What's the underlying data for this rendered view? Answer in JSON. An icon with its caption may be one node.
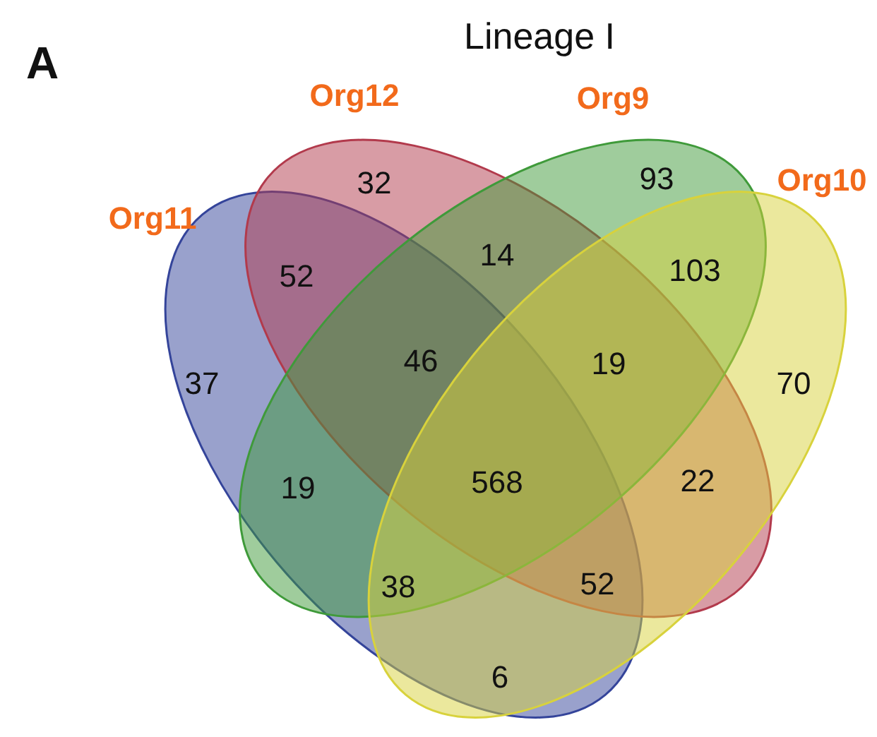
{
  "diagram": {
    "title": "Lineage I",
    "nodes": [
      {
        "text": [
          "Org11"
        ]
      },
      {
        "text": [
          "Org12"
        ]
      },
      {
        "text": [
          "Org9"
        ]
      },
      {
        "text": [
          "Org10"
        ]
      }
    ],
    "labels": [
      "A",
      "32",
      "93",
      "52",
      "14",
      "103",
      "37",
      "46",
      "19",
      "70",
      "19",
      "568",
      "22",
      "38",
      "52",
      "6"
    ]
  }
}
